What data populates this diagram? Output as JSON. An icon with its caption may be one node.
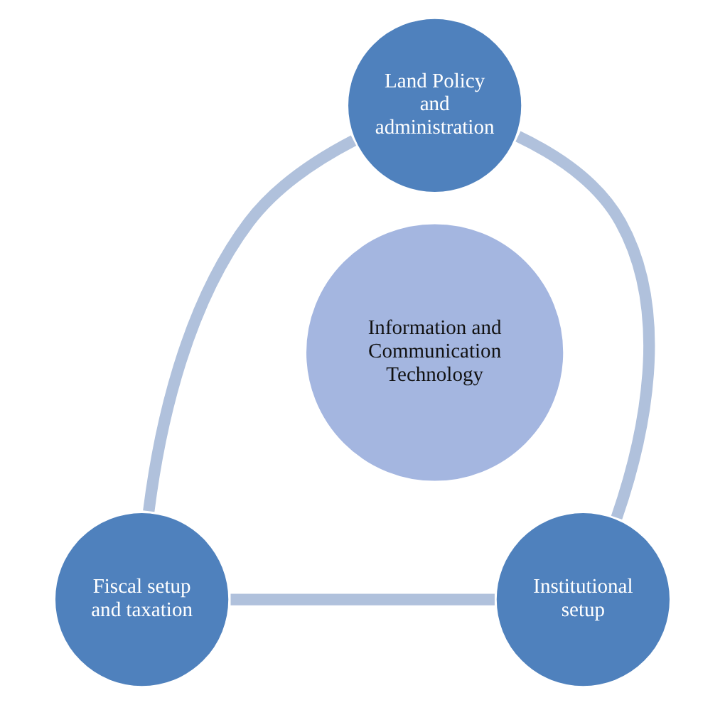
{
  "diagram": {
    "nodes": [
      {
        "text": [
          "Land Policy and administration"
        ]
      },
      {
        "text": [
          "Information and Communication Technology"
        ]
      },
      {
        "text": [
          "Fiscal setup and taxation"
        ]
      },
      {
        "text": [
          "Institutional setup"
        ]
      }
    ],
    "edges": [
      {
        "from": 0,
        "to": 2,
        "arrow": "none"
      },
      {
        "from": 2,
        "to": 3,
        "arrow": "none"
      },
      {
        "from": 3,
        "to": 0,
        "arrow": "none"
      }
    ]
  }
}
